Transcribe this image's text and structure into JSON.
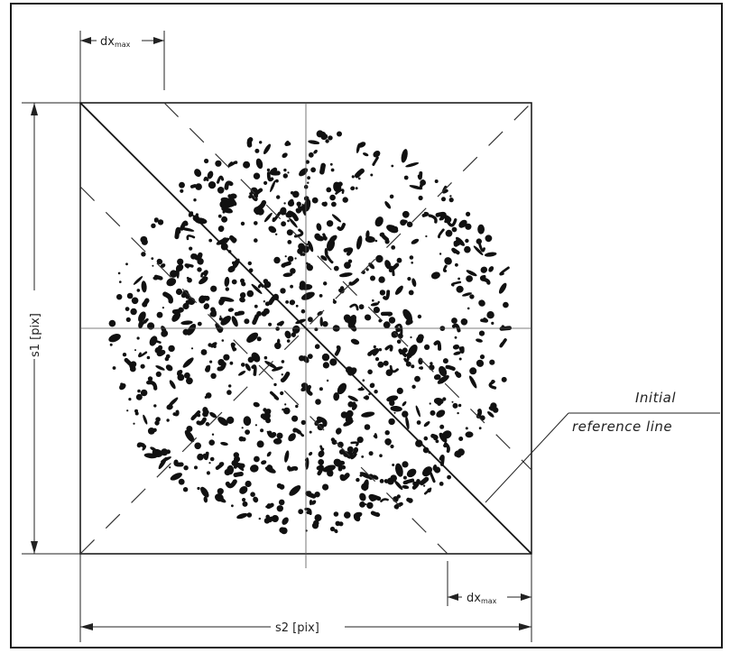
{
  "diagram": {
    "labels": {
      "dx_top": "dx",
      "dx_top_sub": "max",
      "dx_bottom": "dx",
      "dx_bottom_sub": "max",
      "s1": "s1 [pix]",
      "s2": "s2 [pix]",
      "note_line1": "Initial",
      "note_line2": "reference line"
    },
    "colors": {
      "ink": "#111111",
      "dash": "#333333",
      "frame": "#1a1a1a"
    },
    "speckle": {
      "description_shape": "circular-random-speckle",
      "seed": 7
    }
  }
}
